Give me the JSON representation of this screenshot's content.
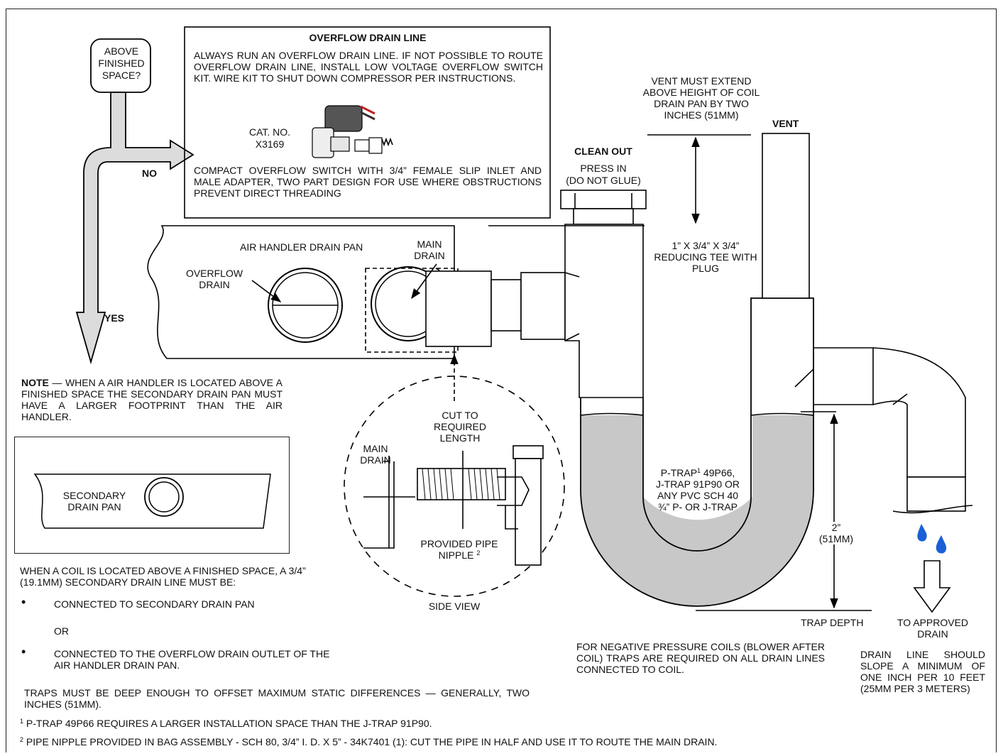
{
  "decision": {
    "question": "ABOVE FINISHED SPACE?",
    "no": "NO",
    "yes": "YES"
  },
  "overflow_box": {
    "title": "OVERFLOW DRAIN LINE",
    "body": "ALWAYS RUN AN OVERFLOW DRAIN LINE.  IF NOT POSSIBLE TO ROUTE OVERFLOW DRAIN LINE, INSTALL LOW VOLTAGE OVERFLOW SWITCH KIT. WIRE KIT TO SHUT DOWN COMPRESSOR PER INSTRUCTIONS.",
    "cat_no": "CAT. NO.",
    "cat_code": "X3169",
    "switch_desc": "COMPACT OVERFLOW SWITCH WITH 3/4” FEMALE SLIP INLET AND MALE ADAPTER, TWO PART DESIGN FOR USE WHERE OBSTRUCTIONS PREVENT DIRECT THREADING"
  },
  "labels": {
    "vent_note": "VENT MUST EXTEND ABOVE HEIGHT OF COIL DRAIN PAN BY TWO INCHES (51MM)",
    "vent": "VENT",
    "clean_out": "CLEAN OUT",
    "press_in": "PRESS IN",
    "do_not_glue": "(DO NOT GLUE)",
    "reducing_tee": "1” X 3/4” X 3/4” REDUCING TEE WITH PLUG",
    "air_handler_pan": "AIR HANDLER DRAIN PAN",
    "main_drain": "MAIN DRAIN",
    "overflow_drain": "OVERFLOW DRAIN",
    "cut_to": "CUT TO REQUIRED LENGTH",
    "main_drain_side": "MAIN DRAIN",
    "provided_nipple": "PROVIDED PIPE NIPPLE",
    "nipple_sup": "2",
    "side_view": "SIDE VIEW",
    "ptrap_1": "P-TRAP",
    "ptrap_sup": "1",
    "ptrap_2": " 49P66,",
    "ptrap_3": "J-TRAP 91P90 OR",
    "ptrap_4": "ANY PVC SCH 40",
    "ptrap_5": "¾” P- OR J-TRAP",
    "two_inch": "2”",
    "two_inch_mm": "(51MM)",
    "trap_depth": "TRAP DEPTH",
    "to_approved": "TO APPROVED DRAIN",
    "slope_note": "DRAIN LINE SHOULD SLOPE A MINIMUM OF ONE INCH PER 10 FEET (25MM PER 3 METERS)",
    "negative_pressure": "FOR NEGATIVE PRESSURE COILS (BLOWER AFTER COIL) TRAPS ARE REQUIRED ON ALL DRAIN LINES CONNECTED TO COIL.",
    "secondary_pan": "SECONDARY DRAIN PAN"
  },
  "notes": {
    "note_head": "NOTE",
    "note_body": " — WHEN A AIR HANDLER IS LOCATED ABOVE A FINISHED SPACE THE SECONDARY DRAIN PAN MUST HAVE A LARGER FOOTPRINT THAN THE AIR HANDLER.",
    "coil_intro": "WHEN A COIL IS LOCATED ABOVE A FINISHED SPACE, A 3/4” (19.1MM) SECONDARY DRAIN LINE MUST BE:",
    "bullet_1": "CONNECTED TO SECONDARY DRAIN PAN",
    "or": "OR",
    "bullet_2": "CONNECTED TO THE OVERFLOW DRAIN OUTLET OF THE AIR HANDLER DRAIN PAN.",
    "traps_deep": "TRAPS MUST BE DEEP ENOUGH TO OFFSET MAXIMUM STATIC DIFFERENCES — GENERALLY, TWO INCHES (51MM).",
    "footnote_1_num": "1",
    "footnote_1": " P-TRAP 49P66 REQUIRES A LARGER INSTALLATION SPACE THAN THE J-TRAP 91P90.",
    "footnote_2_num": "2",
    "footnote_2": " PIPE NIPPLE PROVIDED IN BAG ASSEMBLY - SCH 80, 3/4” I. D. X 5” - 34K7401 (1): CUT THE PIPE IN HALF AND USE IT TO ROUTE THE  MAIN DRAIN."
  },
  "colors": {
    "water": "#c8c8c8",
    "drop": "#1a5fd6",
    "arrow_fill": "#dddddd"
  }
}
